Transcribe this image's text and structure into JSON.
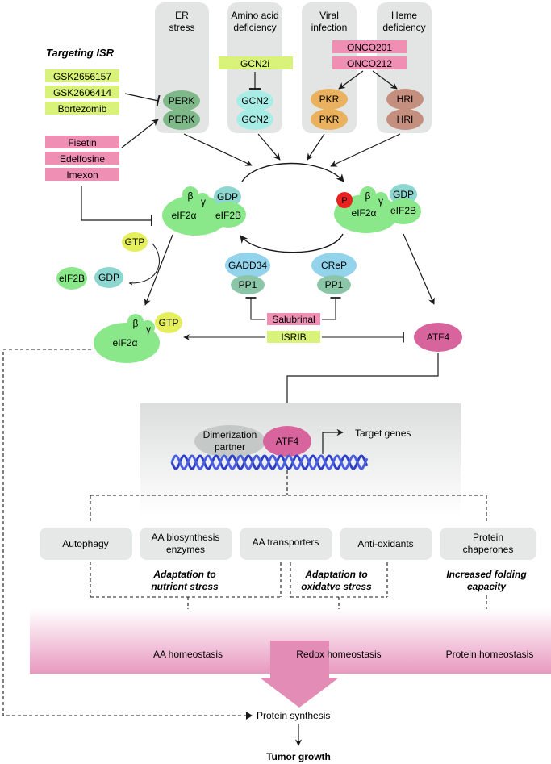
{
  "title": "Targeting ISR",
  "colors": {
    "stress_box": "#e3e5e4",
    "green_drug": "#d9f27a",
    "pink_drug": "#f08fb4",
    "perk": "#7fb98a",
    "gcn2": "#a8ece6",
    "pkr": "#eab25e",
    "hri": "#c48f7e",
    "eif2": "#8ae88a",
    "gdp": "#8ed7d0",
    "gtp": "#e5ef5c",
    "phospho": "#e8221e",
    "gadd34": "#93d3ec",
    "pp1": "#8cc6a8",
    "atf4": "#d8649e",
    "dimer": "#c4c8c6",
    "dna": "#2d3fc4",
    "output_box": "#e5e8e6",
    "band_pink": "#e99bc0"
  },
  "stresses": [
    {
      "line1": "ER",
      "line2": "stress",
      "kinase": "PERK"
    },
    {
      "line1": "Amino acid",
      "line2": "deficiency",
      "kinase": "GCN2"
    },
    {
      "line1": "Viral",
      "line2": "infection",
      "kinase": "PKR"
    },
    {
      "line1": "Heme",
      "line2": "deficiency",
      "kinase": "HRI"
    }
  ],
  "drugs": {
    "perk_inhibitors": [
      "GSK2656157",
      "GSK2606414",
      "Bortezomib"
    ],
    "perk_activators": [
      "Fisetin",
      "Edelfosine",
      "Imexon"
    ],
    "gcn2_inhibitor": "GCN2i",
    "pkr_hri_activators": [
      "ONCO201",
      "ONCO212"
    ],
    "salubrinal": "Salubrinal",
    "isrib": "ISRIB"
  },
  "complex": {
    "beta": "β",
    "gamma": "γ",
    "alpha": "eIF2α",
    "gdp": "GDP",
    "gtp": "GTP",
    "eif2b": "eIF2B",
    "phospho": "P"
  },
  "phosphatases": [
    {
      "regulator": "GADD34",
      "catalytic": "PP1"
    },
    {
      "regulator": "CReP",
      "catalytic": "PP1"
    }
  ],
  "atf4": "ATF4",
  "nucleus": {
    "dimer_line1": "Dimerization",
    "dimer_line2": "partner",
    "atf4": "ATF4",
    "target_genes": "Target genes"
  },
  "outputs": [
    {
      "line1": "Autophagy",
      "line2": ""
    },
    {
      "line1": "AA biosynthesis",
      "line2": "enzymes"
    },
    {
      "line1": "AA transporters",
      "line2": ""
    },
    {
      "line1": "Anti-oxidants",
      "line2": ""
    },
    {
      "line1": "Protein",
      "line2": "chaperones"
    }
  ],
  "adaptations": [
    {
      "line1": "Adaptation to",
      "line2": "nutrient stress"
    },
    {
      "line1": "Adaptation to",
      "line2": "oxidatve stress"
    },
    {
      "line1": "Increased folding",
      "line2": "capacity"
    }
  ],
  "homeostasis": [
    "AA homeostasis",
    "Redox homeostasis",
    "Protein homeostasis"
  ],
  "protein_synthesis": "Protein synthesis",
  "tumor_growth": "Tumor growth"
}
